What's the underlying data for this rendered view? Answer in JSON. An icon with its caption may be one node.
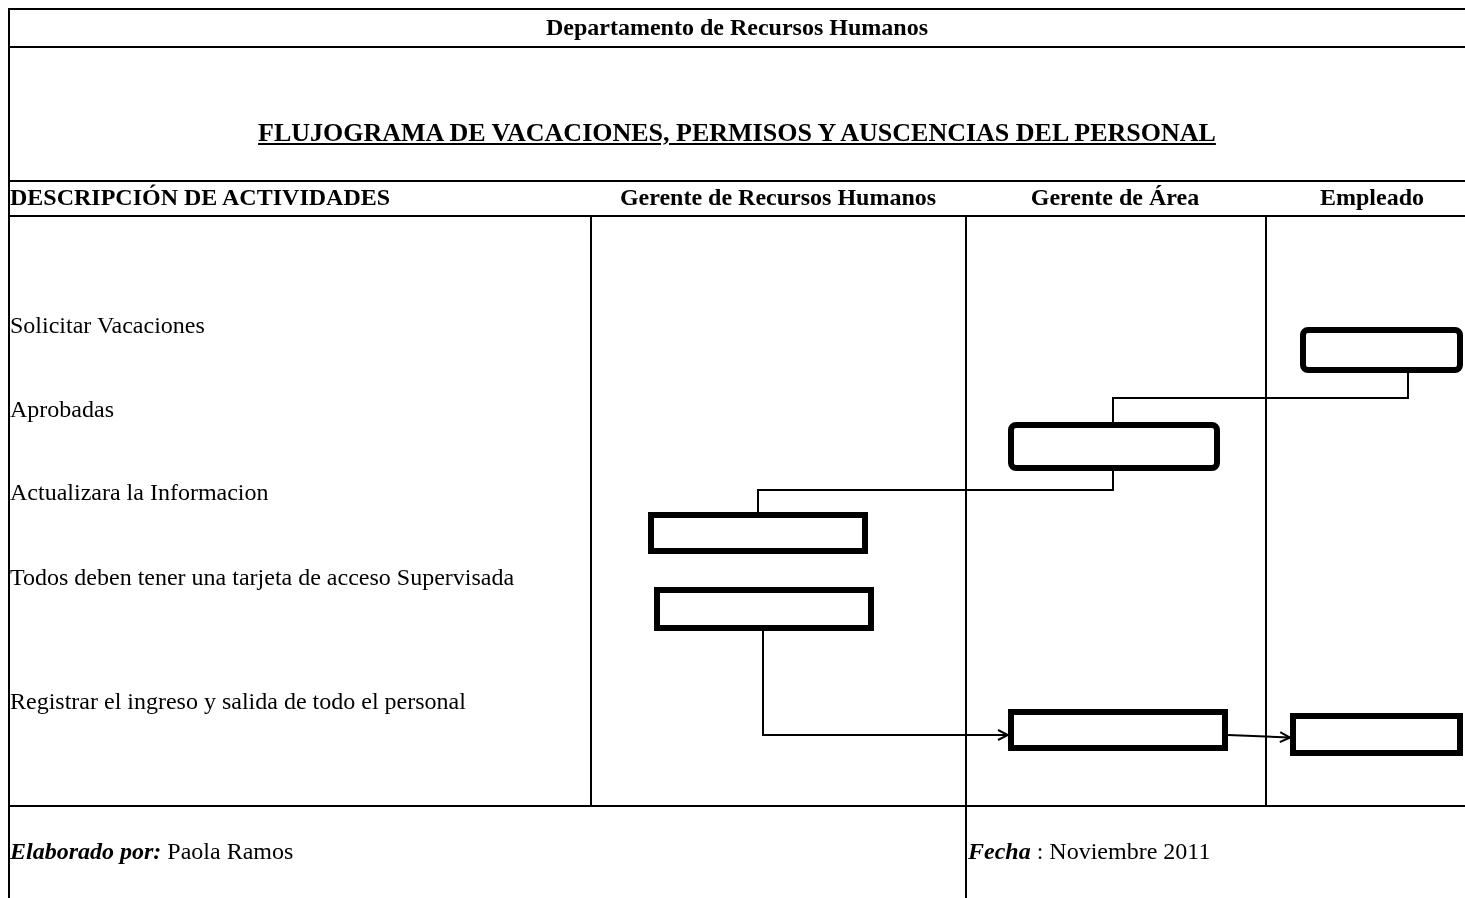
{
  "diagram": {
    "title": "FLUJOGRAMA DE VACACIONES, PERMISOS Y AUSCENCIAS DEL PERSONAL",
    "nodes": [
      {
        "text": [],
        "shape": "box"
      },
      {
        "text": [],
        "shape": "box"
      },
      {
        "text": [],
        "shape": "box"
      },
      {
        "text": [],
        "shape": "box"
      },
      {
        "text": [],
        "shape": "box"
      },
      {
        "text": [],
        "shape": "box"
      }
    ],
    "edges": [
      {
        "from": 0,
        "to": 1,
        "arrow": "none"
      },
      {
        "from": 1,
        "to": 2,
        "arrow": "none"
      },
      {
        "from": 3,
        "to": 4,
        "arrow": "to"
      },
      {
        "from": 4,
        "to": 5,
        "arrow": "to"
      }
    ],
    "labels": [
      "Departamento de Recursos Humanos",
      "DESCRIPCIÓN DE ACTIVIDADES",
      "Gerente de Recursos Humanos",
      "Gerente de Área",
      "Empleado",
      "Solicitar Vacaciones",
      "Aprobadas",
      "Actualizara la Informacion",
      "Todos deben tener una tarjeta de acceso Supervisada",
      "Registrar el ingreso y salida de todo el personal",
      "*Elaborado por:*  Paola Ramos",
      "*Fecha* : Noviembre 2011"
    ]
  }
}
